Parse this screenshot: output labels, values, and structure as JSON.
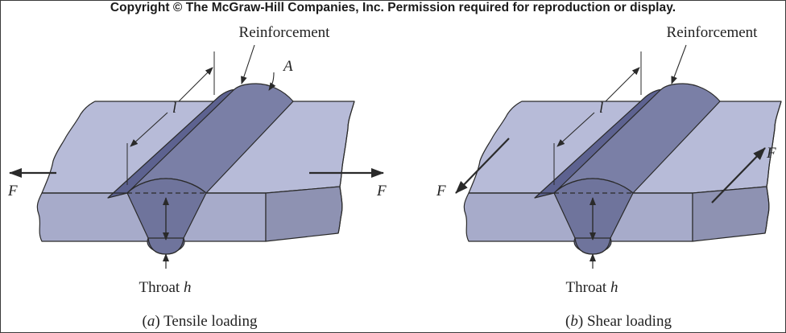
{
  "copyright": "Copyright © The McGraw-Hill Companies, Inc. Permission required for reproduction or display.",
  "colors": {
    "plate_top": "#b7bbd8",
    "plate_front": "#a7abca",
    "plate_side": "#8e92b2",
    "weld_top": "#7a7fa6",
    "weld_left": "#5d6290",
    "weld_cross": "#6f749c",
    "outline": "#2a2a2a",
    "text": "#222222"
  },
  "panel_a": {
    "reinforcement_label": "Reinforcement",
    "area_label": "A",
    "length_label": "l",
    "force_left_label": "F",
    "force_right_label": "F",
    "throat_prefix": "Throat ",
    "throat_var": "h",
    "caption_open": "(",
    "caption_letter": "a",
    "caption_rest": ") Tensile loading"
  },
  "panel_b": {
    "reinforcement_label": "Reinforcement",
    "length_label": "l",
    "force_left_label": "F",
    "force_right_label": "F",
    "throat_prefix": "Throat ",
    "throat_var": "h",
    "caption_open": "(",
    "caption_letter": "b",
    "caption_rest": ") Shear loading"
  }
}
